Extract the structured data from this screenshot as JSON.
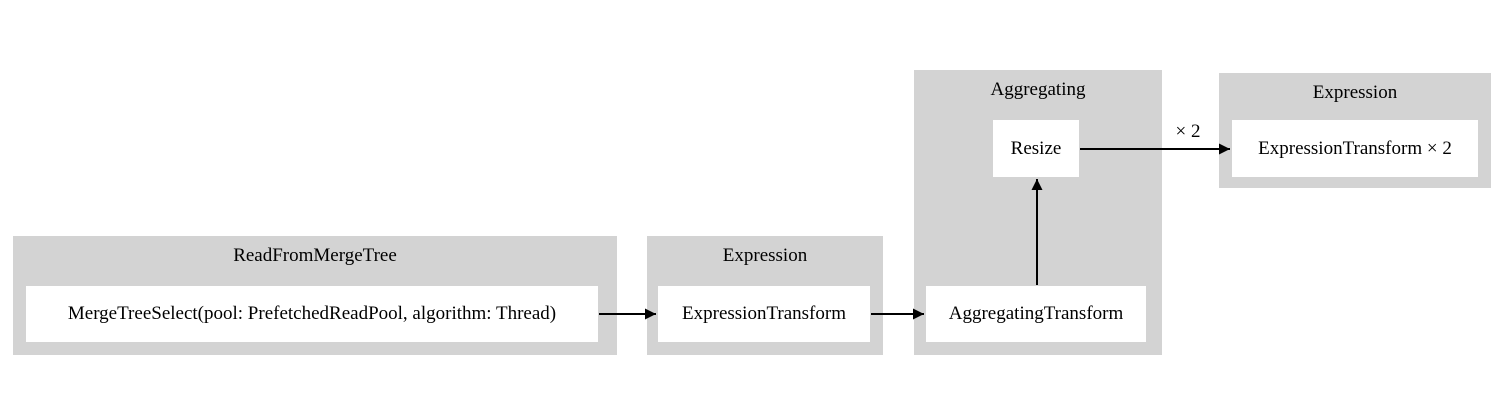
{
  "diagram": {
    "type": "query-pipeline-graph",
    "colors": {
      "cluster_fill": "#d3d3d3",
      "node_fill": "#ffffff",
      "text": "#000000",
      "edge": "#000000",
      "background": "#ffffff"
    },
    "clusters": [
      {
        "title": "ReadFromMergeTree"
      },
      {
        "title": "Expression"
      },
      {
        "title": "Aggregating"
      },
      {
        "title": "Expression"
      }
    ],
    "nodes": [
      {
        "label": "MergeTreeSelect(pool: PrefetchedReadPool, algorithm: Thread)",
        "cluster": "ReadFromMergeTree"
      },
      {
        "label": "ExpressionTransform",
        "cluster": "Expression"
      },
      {
        "label": "AggregatingTransform",
        "cluster": "Aggregating"
      },
      {
        "label": "Resize",
        "cluster": "Aggregating"
      },
      {
        "label": "ExpressionTransform × 2",
        "cluster": "Expression"
      }
    ],
    "edges": [
      {
        "from": "MergeTreeSelect(pool: PrefetchedReadPool, algorithm: Thread)",
        "to": "ExpressionTransform",
        "label": ""
      },
      {
        "from": "ExpressionTransform",
        "to": "AggregatingTransform",
        "label": ""
      },
      {
        "from": "AggregatingTransform",
        "to": "Resize",
        "label": ""
      },
      {
        "from": "Resize",
        "to": "ExpressionTransform × 2",
        "label": "× 2"
      }
    ]
  }
}
